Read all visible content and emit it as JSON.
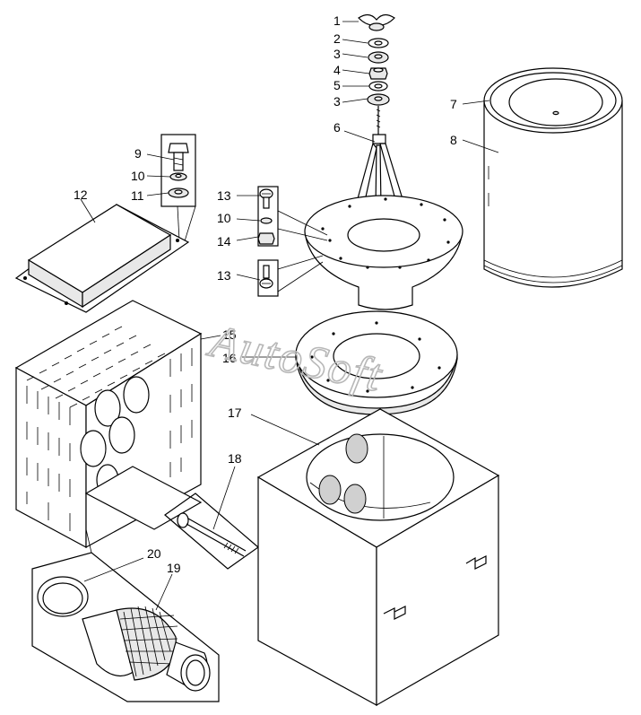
{
  "watermark": "AutoSoft",
  "callouts": {
    "c1": "1",
    "c2": "2",
    "c3a": "3",
    "c4": "4",
    "c5": "5",
    "c3b": "3",
    "c6": "6",
    "c7": "7",
    "c8": "8",
    "c9": "9",
    "c10a": "10",
    "c11": "11",
    "c12": "12",
    "c13a": "13",
    "c10b": "10",
    "c14": "14",
    "c13b": "13",
    "c15": "15",
    "c16": "16",
    "c17": "17",
    "c18": "18",
    "c19": "19",
    "c20": "20"
  }
}
